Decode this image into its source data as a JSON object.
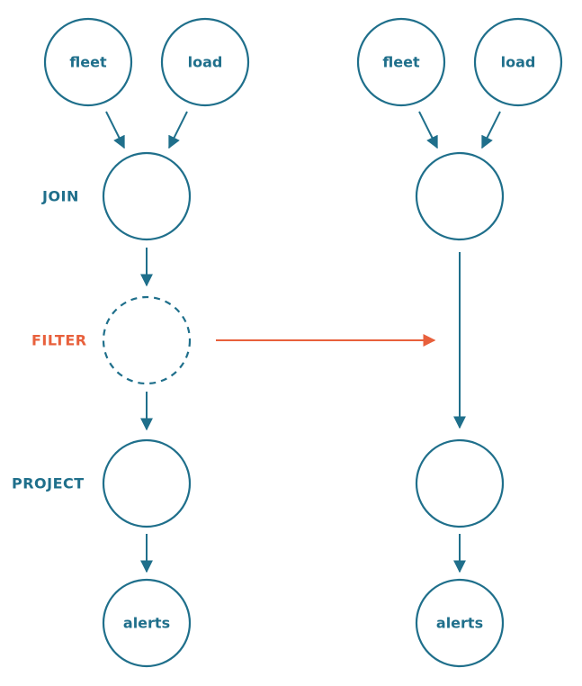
{
  "colors": {
    "primary": "#1f6f8b",
    "highlight": "#e8603c",
    "background": "#ffffff"
  },
  "left_plan": {
    "inputs": [
      "fleet",
      "load"
    ],
    "operators": {
      "join": "JOIN",
      "filter": "FILTER",
      "project": "PROJECT"
    },
    "output": "alerts"
  },
  "right_plan": {
    "inputs": [
      "fleet",
      "load"
    ],
    "output": "alerts"
  }
}
